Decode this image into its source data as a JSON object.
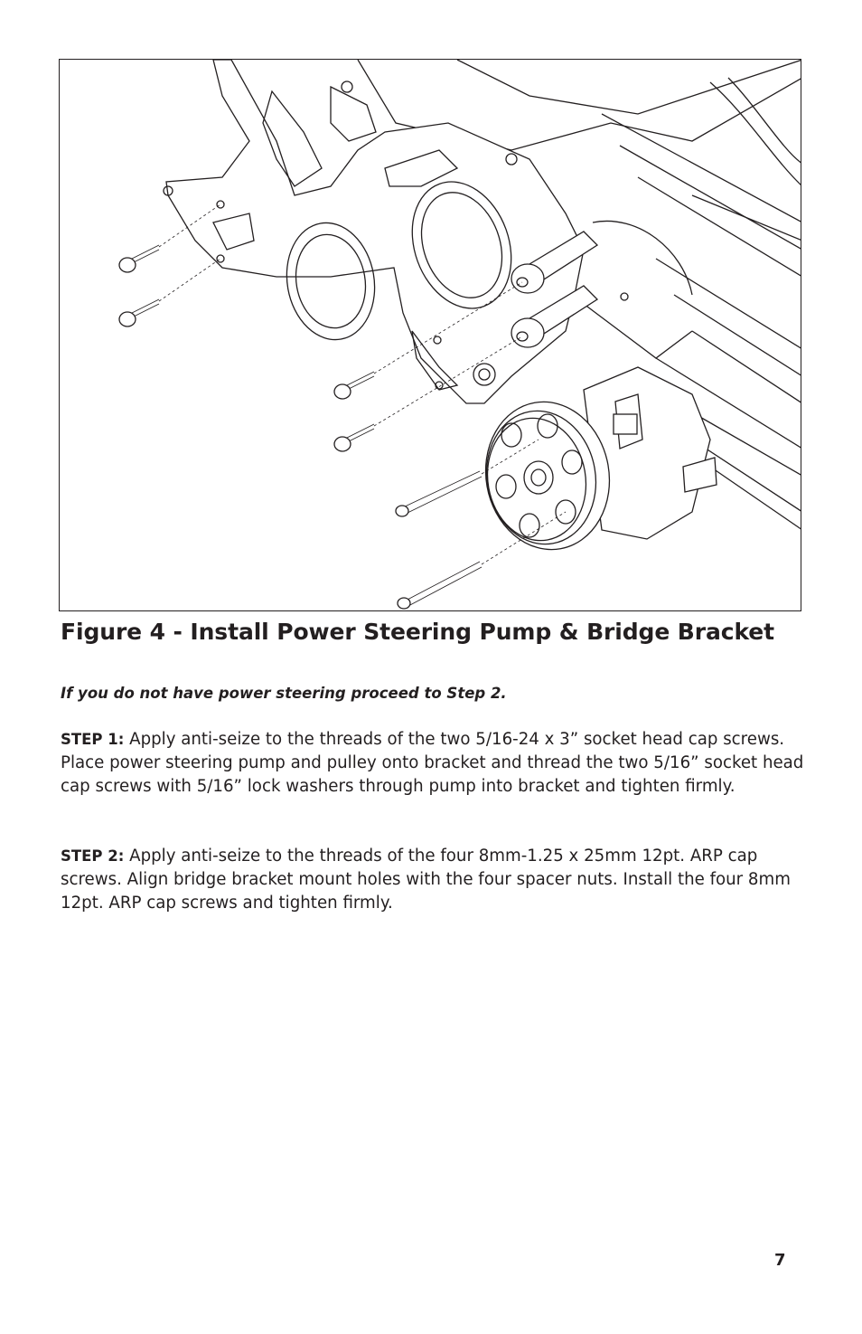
{
  "figure": {
    "caption": "Figure 4 - Install Power Steering Pump & Bridge Bracket"
  },
  "note": "If you do not have power steering proceed to Step 2.",
  "steps": [
    {
      "label": "STEP 1:",
      "text": "Apply anti-seize to the threads of the two 5/16-24 x 3” socket head cap screws. Place power steering pump and pulley onto bracket and thread the two 5/16” socket head cap screws with 5/16” lock washers through pump into bracket and tighten firmly."
    },
    {
      "label": "STEP 2:",
      "text": "Apply anti-seize to the threads of the four 8mm-1.25 x 25mm 12pt. ARP cap screws. Align bridge bracket mount holes with the four spacer nuts. Install the four 8mm 12pt. ARP cap screws and tighten firmly."
    }
  ],
  "page_number": "7"
}
